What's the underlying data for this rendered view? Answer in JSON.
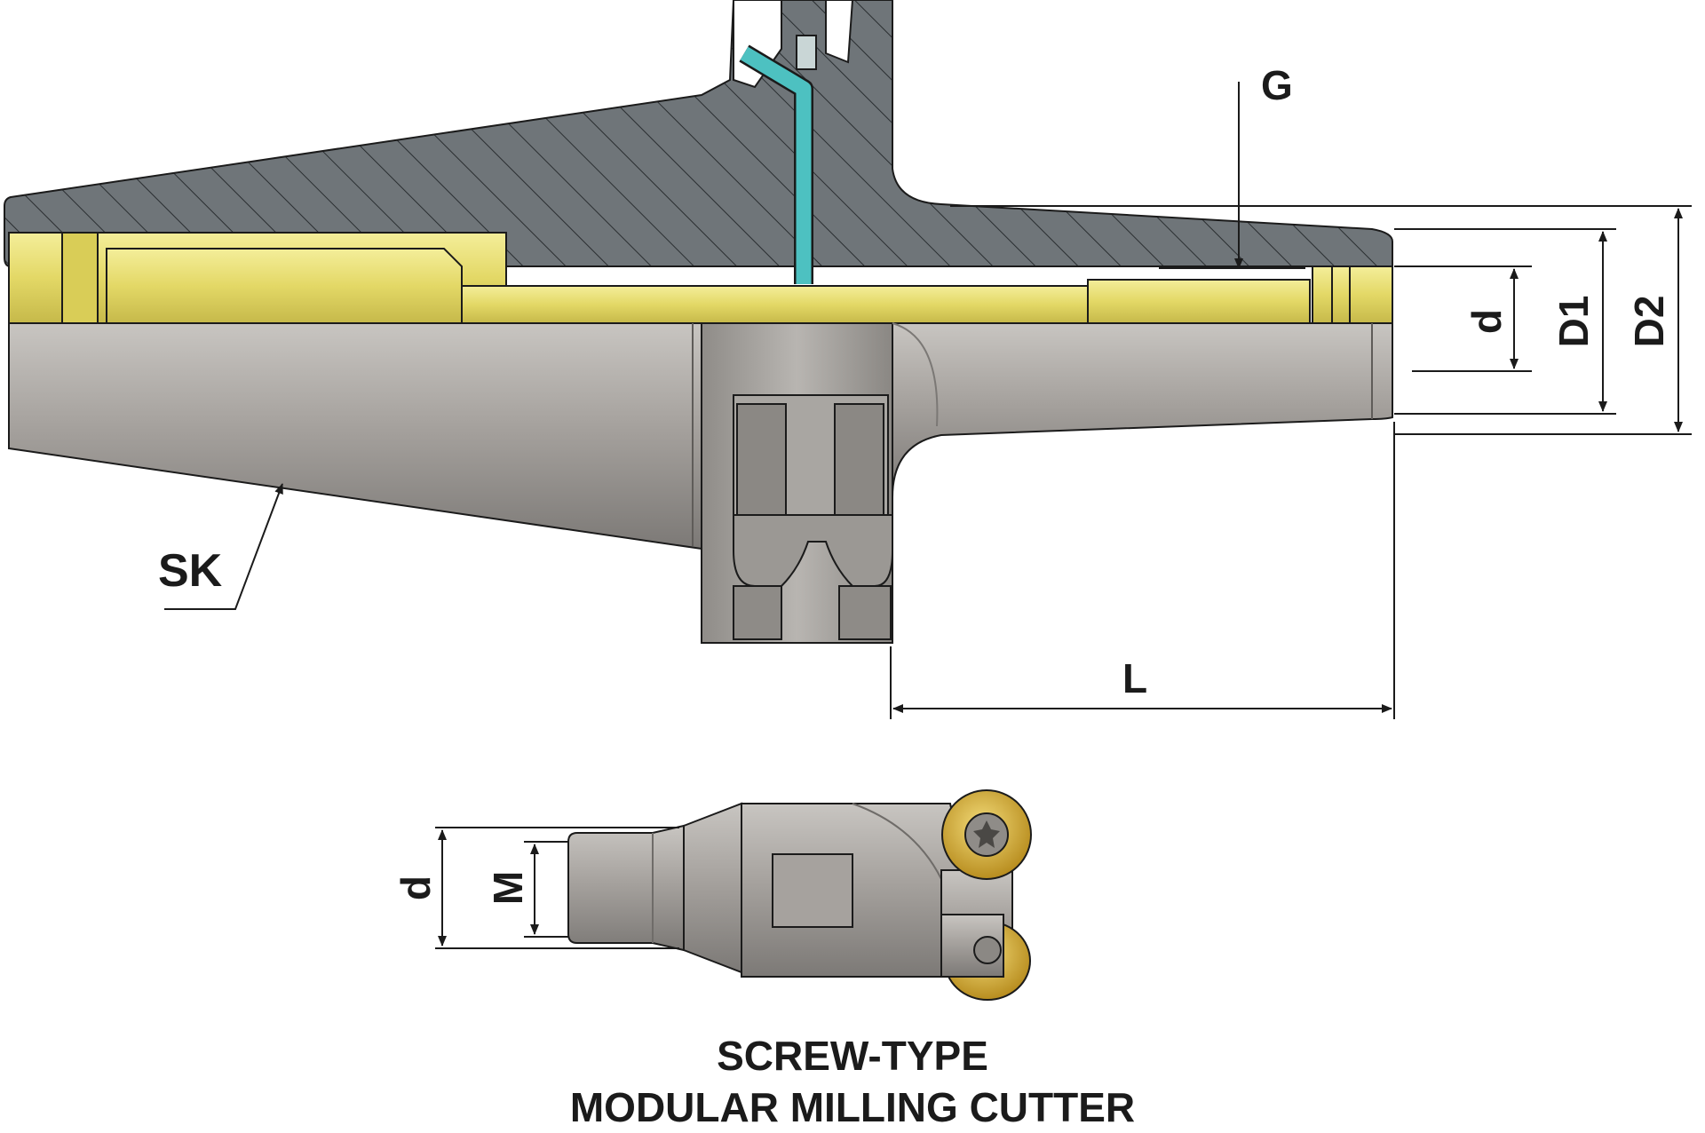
{
  "labels": {
    "G": "G",
    "d_top": "d",
    "D1": "D1",
    "D2": "D2",
    "SK": "SK",
    "L": "L",
    "d_bottom": "d",
    "M": "M"
  },
  "caption": {
    "line1": "SCREW-TYPE",
    "line2": "MODULAR MILLING CUTTER"
  },
  "colors": {
    "hatch_fill": "#6f7579",
    "hatch_line": "#2a2e31",
    "brass": "#e8df70",
    "brass_dark": "#b9ad3b",
    "steel": "#9d9a96",
    "steel_dark": "#6f6c69",
    "coolant": "#4dc1c1",
    "insert_gold": "#d9b53a",
    "dim_line": "#1b1b1b"
  }
}
